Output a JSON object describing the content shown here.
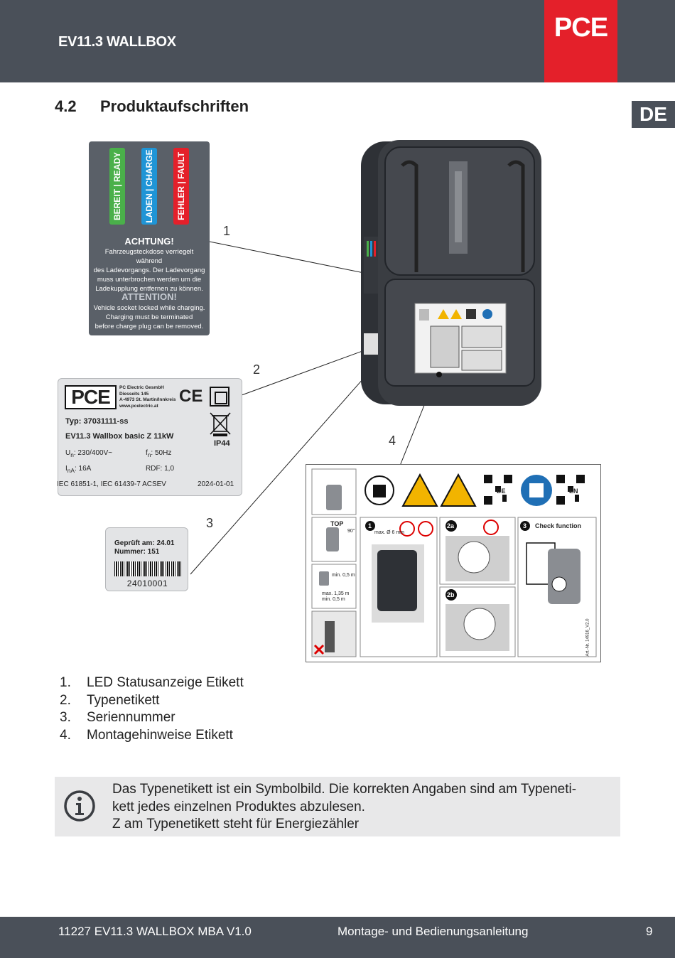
{
  "header": {
    "title": "EV11.3 WALLBOX",
    "logo": "PCE"
  },
  "lang_badge": "DE",
  "section": {
    "number": "4.2",
    "title": "Produktaufschriften"
  },
  "led_label": {
    "ready": "BEREIT | READY",
    "charge": "LADEN | CHARGE",
    "fault": "FEHLER | FAULT",
    "de_heading": "ACHTUNG!",
    "de_lines": [
      "Fahrzeugsteckdose verriegelt während",
      "des Ladevorgangs. Der Ladevorgang",
      "muss unterbrochen werden um die",
      "Ladekupplung entfernen zu können."
    ],
    "en_heading": "ATTENTION!",
    "en_lines": [
      "Vehicle socket locked while charging.",
      "Charging must be terminated",
      "before charge plug can be removed."
    ]
  },
  "callouts": [
    "1",
    "2",
    "3",
    "4"
  ],
  "type_label": {
    "logo": "PCE",
    "address": [
      "PC Electric GesmbH",
      "Diesseits 145",
      "A-4973 St. Martin/Innkreis",
      "www.pcelectric.at"
    ],
    "ce": "CE",
    "typ": "Typ:   37031111-ss",
    "model": "EV11.3 Wallbox basic Z 11kW",
    "ip": "IP44",
    "un_sym": "U",
    "un_sub": "n",
    "un_val": ":  230/400V~",
    "fn_sym": "f",
    "fn_sub": "n",
    "fn_val": ": 50Hz",
    "ina_sym": "I",
    "ina_sub": "nA",
    "ina_val": ": 16A",
    "rdf": "RDF: 1,0",
    "norms": "IEC 61851-1, IEC 61439-7  ACSEV",
    "date": "2024-01-01"
  },
  "serial_label": {
    "checked": "Geprüft am:   24.01",
    "number": "Nummer:  151",
    "barcode_text": "24010001"
  },
  "mount_label": {
    "top": "TOP",
    "angle": "90°",
    "drill": "max. Ø 6 mm",
    "min_dist": "min. 0,5 m",
    "height": "max. 1,35 m",
    "height_min": "min.  0,5 m",
    "step1": "1",
    "step2a": "2a",
    "step2b": "2b",
    "step3": "3",
    "check": "Check function",
    "qr_de": "DE",
    "qr_en": "EN",
    "art": "Art.-Nr. 14916_V2.0"
  },
  "list": [
    {
      "num": "1.",
      "text": "LED Statusanzeige Etikett"
    },
    {
      "num": "2.",
      "text": "Typenetikett"
    },
    {
      "num": "3.",
      "text": "Seriennummer"
    },
    {
      "num": "4.",
      "text": "Montagehinweise Etikett"
    }
  ],
  "info": {
    "lines": [
      "Das Typenetikett ist ein Symbolbild. Die korrekten Angaben sind am Typeneti-",
      "kett jedes einzelnen Produktes abzulesen.",
      "Z am Typenetikett steht für Energiezähler"
    ]
  },
  "footer": {
    "doc": "11227 EV11.3 WALLBOX MBA V1.0",
    "type": "Montage- und Bedienungsanleitung",
    "page": "9"
  },
  "colors": {
    "header": "#4a5059",
    "brand_red": "#e4202a",
    "ready": "#4ab04a",
    "charge": "#1f95d6",
    "fault": "#e4202a",
    "info_bg": "#e8e8e9"
  }
}
